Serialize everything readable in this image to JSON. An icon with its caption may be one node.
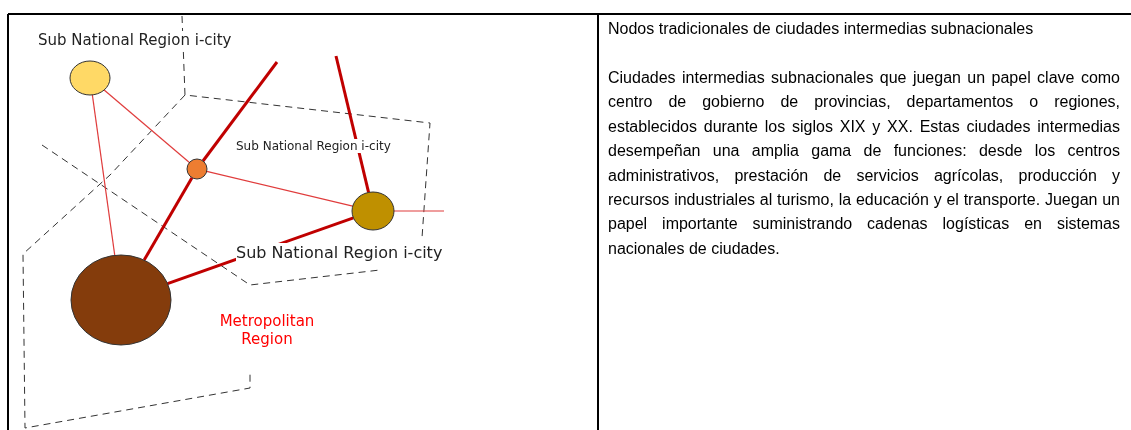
{
  "diagram": {
    "nodes": [
      {
        "text": [],
        "shape": "circle"
      },
      {
        "text": [],
        "shape": "circle"
      },
      {
        "text": [],
        "shape": "circle"
      },
      {
        "text": [],
        "shape": "circle"
      }
    ],
    "edges": [
      {
        "from": 0,
        "to": 1,
        "arrow": "none"
      },
      {
        "from": 0,
        "to": 3,
        "arrow": "none"
      },
      {
        "from": 1,
        "to": 2,
        "arrow": "none"
      },
      {
        "from": 3,
        "to": 1,
        "arrow": "none",
        "style": "thick"
      },
      {
        "from": 1,
        "to": null,
        "arrow": "none",
        "style": "thick"
      },
      {
        "from": null,
        "to": 2,
        "arrow": "none",
        "style": "thick"
      },
      {
        "from": 2,
        "to": null,
        "arrow": "none"
      },
      {
        "from": 3,
        "to": 2,
        "arrow": "none",
        "style": "thick"
      }
    ],
    "labels": [
      "Sub National Region i-city",
      "Sub National Region i-city",
      "Sub National Region i-city",
      "Metropolitan Region",
      "Nodos tradicionales de ciudades intermedias subnacionales",
      "Ciudades intermedias subnacionales que juegan un papel clave como centro de gobierno de provincias, departamentos o regiones, establecidos durante los siglos XIX y XX. Estas ciudades intermedias desempeñan una amplia gama de funciones: desde los centros administrativos, prestación de servicios agrícolas, producción y recursos industriales al turismo, la educación y el transporte. Juegan un papel importante suministrando cadenas logísticas en sistemas nacionales de ciudades."
    ]
  }
}
